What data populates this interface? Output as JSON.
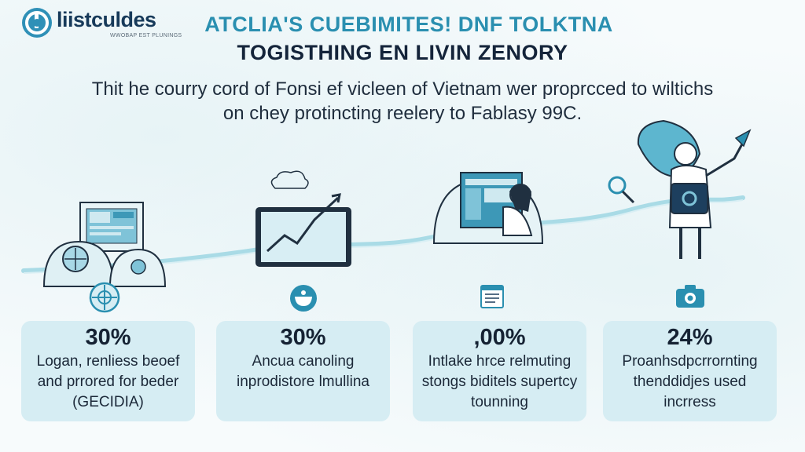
{
  "brand": {
    "name": "liistculdes",
    "tagline": "WWOBAP EST PLUNINGS"
  },
  "header": {
    "title_line1": "ATCLIA'S CUEBIMITES! DNF TOLKTNA",
    "title_line2": "TOGISTHING EN LIVIN ZENORY",
    "subtitle": "Thit he courry cord of Fonsi ef vicleen of Vietnam wer proprcced to wiltichs on chey protincting reelery to Fablasy 99C."
  },
  "cards": [
    {
      "percent": "30%",
      "description": "Logan, renliess beoef and prrored for beder (GECIDIA)",
      "icon": "crosshair-icon"
    },
    {
      "percent": "30%",
      "description": "Ancua canoling inprodistore lmullina",
      "icon": "bowl-icon"
    },
    {
      "percent": ",00%",
      "description": "Intlake hrce relmuting stongs biditels supertcy tounning",
      "icon": "calendar-icon"
    },
    {
      "percent": "24%",
      "description": "Proanhsdpcrrornting thenddidjes used incrress",
      "icon": "camera-icon"
    }
  ],
  "colors": {
    "accent": "#2a8fb0",
    "dark": "#14243a",
    "card_bg": "#d6edf3",
    "line": "#a9dbe6"
  }
}
